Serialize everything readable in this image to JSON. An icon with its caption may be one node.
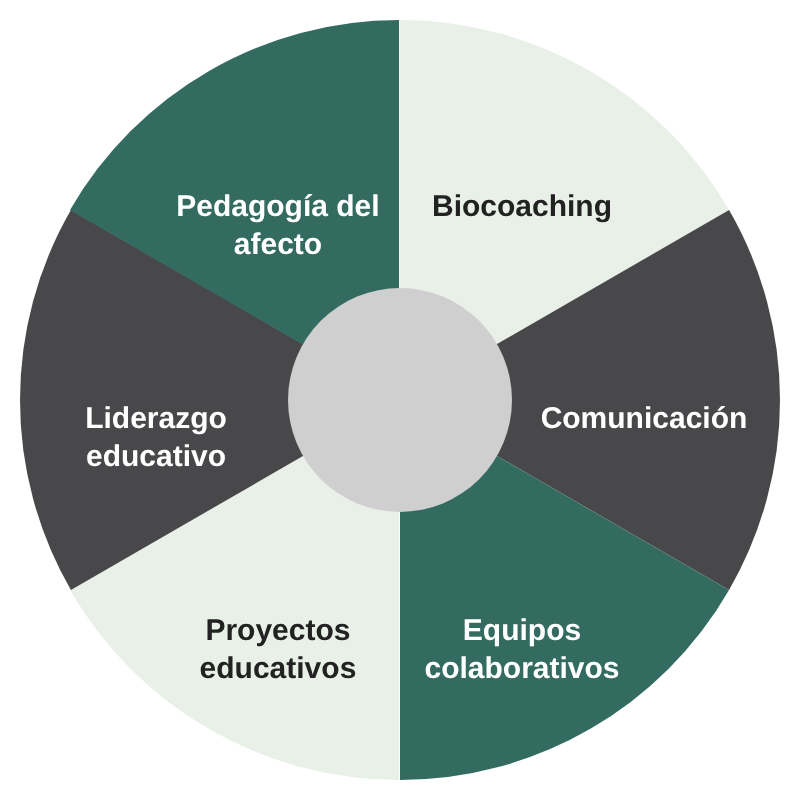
{
  "diagram": {
    "nodes": [
      {
        "text": [
          "Biocoaching"
        ]
      },
      {
        "text": [
          "Comunicación"
        ]
      },
      {
        "text": [
          "Equipos colaborativos"
        ]
      },
      {
        "text": [
          "Proyectos educativos"
        ]
      },
      {
        "text": [
          "Liderazgo educativo"
        ]
      },
      {
        "text": [
          "Pedagogía del afecto"
        ]
      },
      {
        "text": [],
        "shape": "circle"
      }
    ]
  }
}
